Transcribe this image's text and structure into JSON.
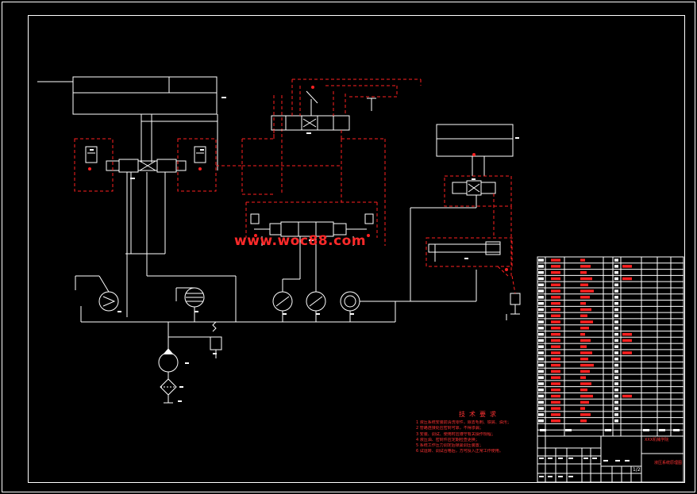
{
  "drawing": {
    "watermark": "www.woc88.com",
    "technical_requirements_title": "技术要求",
    "technical_requirements": [
      "1 液压系统安装前清洗零件，除去毛刺、铁屑、油污；",
      "2 管路连接处应密封可靠，不得渗漏；",
      "3 安装、调试、使用时应遵守有关操作规程；",
      "4 液压油、密封件应定期检查更换；",
      "5 系统工作压力调定后锁紧调压装置；",
      "6 试运转、调试合格后，方可投入正常工作使用。"
    ],
    "title_block": {
      "company": "XXX机械学院",
      "drawing_name": "液压系统原理图",
      "sheet": "1/2"
    }
  }
}
